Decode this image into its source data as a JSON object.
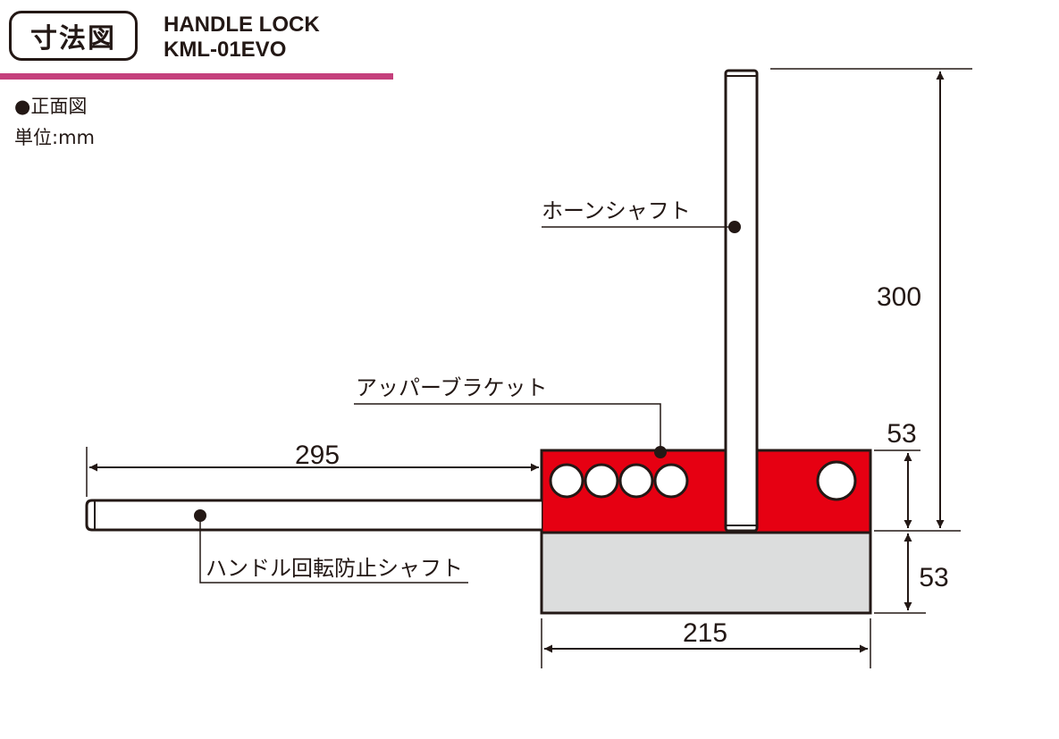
{
  "header": {
    "badge": "寸法図",
    "title_line1": "HANDLE LOCK",
    "title_line2": "KML-01EVO"
  },
  "notes": {
    "view": "●正面図",
    "unit": "単位:mm"
  },
  "labels": {
    "horn_shaft": "ホーンシャフト",
    "upper_bracket": "アッパーブラケット",
    "rotation_stop_shaft": "ハンドル回転防止シャフト"
  },
  "dimensions": {
    "shaft_height": "300",
    "handle_length": "295",
    "bracket_upper_height": "53",
    "bracket_lower_height": "53",
    "bracket_width": "215"
  },
  "colors": {
    "accent_line": "#c5407c",
    "bracket_red": "#e60012",
    "lower_gray": "#dcdddd",
    "line": "#231815"
  }
}
